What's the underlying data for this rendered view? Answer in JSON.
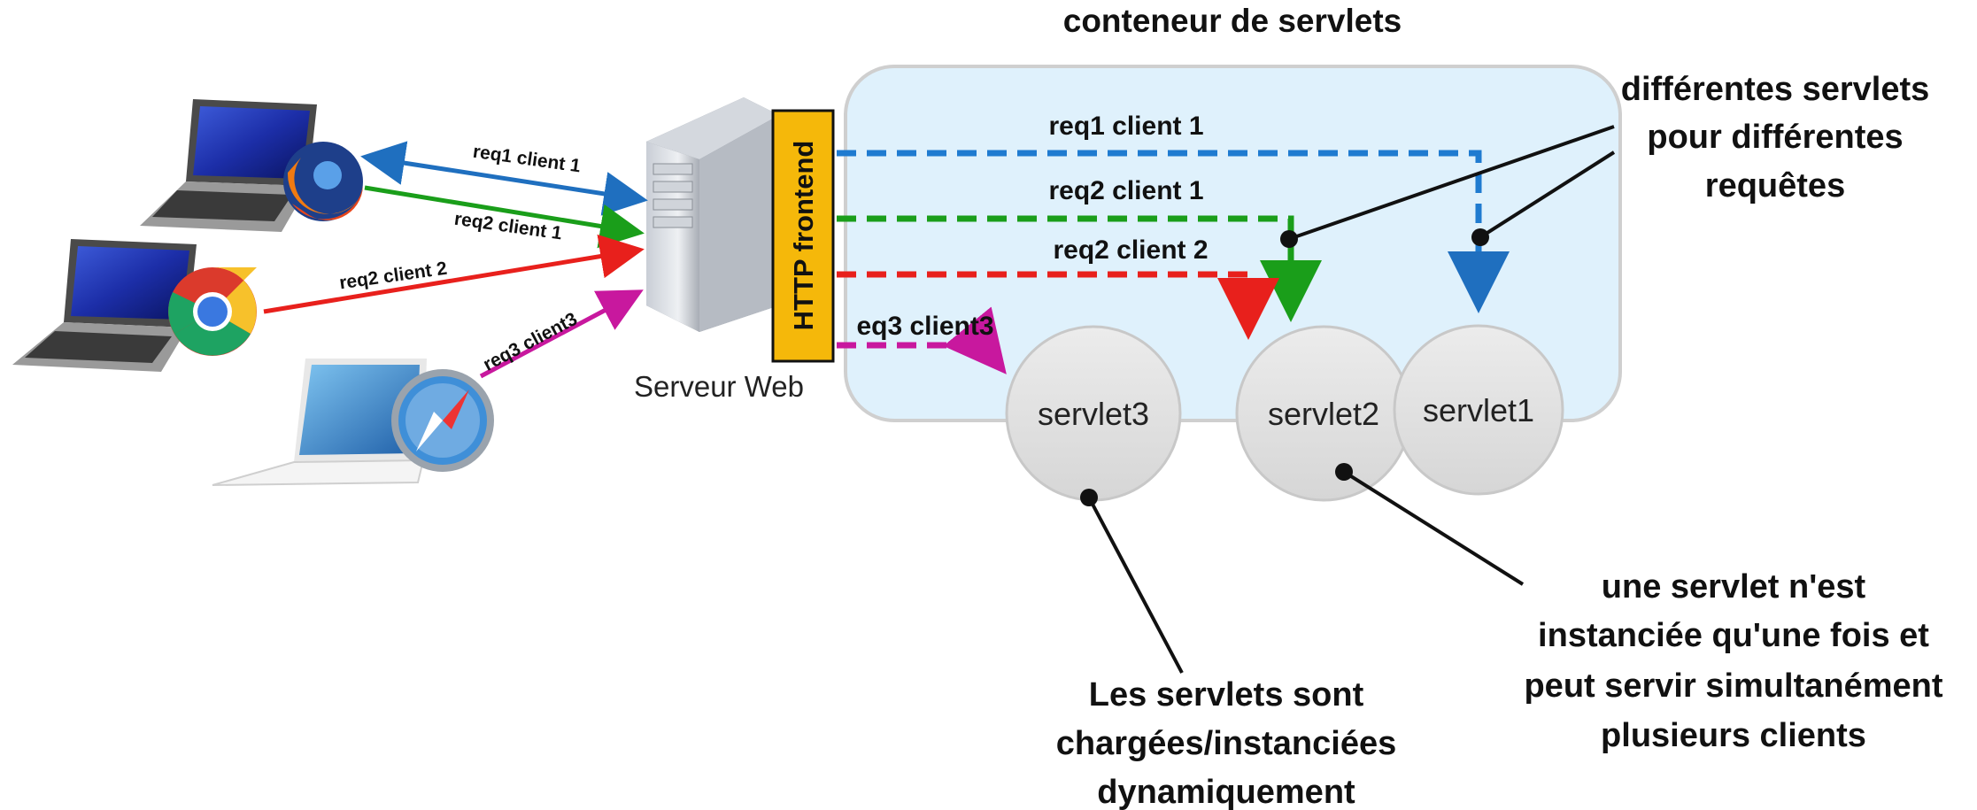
{
  "title": "conteneur de servlets",
  "server_label": "Serveur Web",
  "frontend_label": "HTTP frontend",
  "clients": [
    {
      "name": "laptop-firefox",
      "browser": "firefox-icon"
    },
    {
      "name": "laptop-chrome",
      "browser": "chrome-icon"
    },
    {
      "name": "laptop-safari",
      "browser": "safari-icon"
    }
  ],
  "client_requests": [
    {
      "label": "req1 client 1",
      "color": "#1f6fbf"
    },
    {
      "label": "req2 client 1",
      "color": "#1a9e1a"
    },
    {
      "label": "req2 client 2",
      "color": "#e8201c"
    },
    {
      "label": "req3 client3",
      "color": "#c8189e"
    }
  ],
  "container_requests": [
    {
      "label": "req1 client 1",
      "color": "#1f7bd0"
    },
    {
      "label": "req2 client 1",
      "color": "#1a9e1a"
    },
    {
      "label": "req2 client 2",
      "color": "#e8201c"
    },
    {
      "label": "eq3 client3",
      "color": "#c8189e"
    }
  ],
  "servlets": [
    "servlet3",
    "servlet2",
    "servlet1"
  ],
  "annotations": {
    "different_servlets": [
      "différentes servlets",
      "pour différentes",
      "requêtes"
    ],
    "single_instance": [
      "une servlet n'est",
      "instanciée qu'une fois et",
      "peut servir simultanément",
      "plusieurs clients"
    ],
    "dynamic_loading": [
      "Les servlets sont",
      "chargées/instanciées",
      "dynamiquement"
    ]
  },
  "colors": {
    "container_fill": "#dff1fc",
    "frontend_fill": "#f5b80a",
    "servlet_fill": "#e2e2e2"
  }
}
